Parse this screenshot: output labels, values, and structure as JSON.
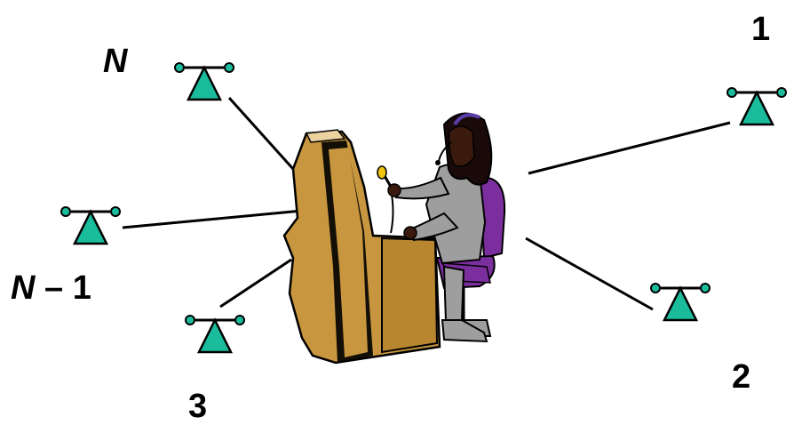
{
  "colors": {
    "terminal_fill": "#1ABC9C",
    "line": "#000000",
    "console_fill": "#C8963E",
    "operator_shirt": "#9E9E9E",
    "operator_chair": "#7B2E9E"
  },
  "labels": {
    "terminal_1": "1",
    "terminal_2": "2",
    "terminal_3": "3",
    "terminal_n": "N",
    "terminal_n_minus_1": "N – 1"
  },
  "icons": {
    "terminal": "terminal-icon",
    "operator": "operator-at-console-icon"
  }
}
